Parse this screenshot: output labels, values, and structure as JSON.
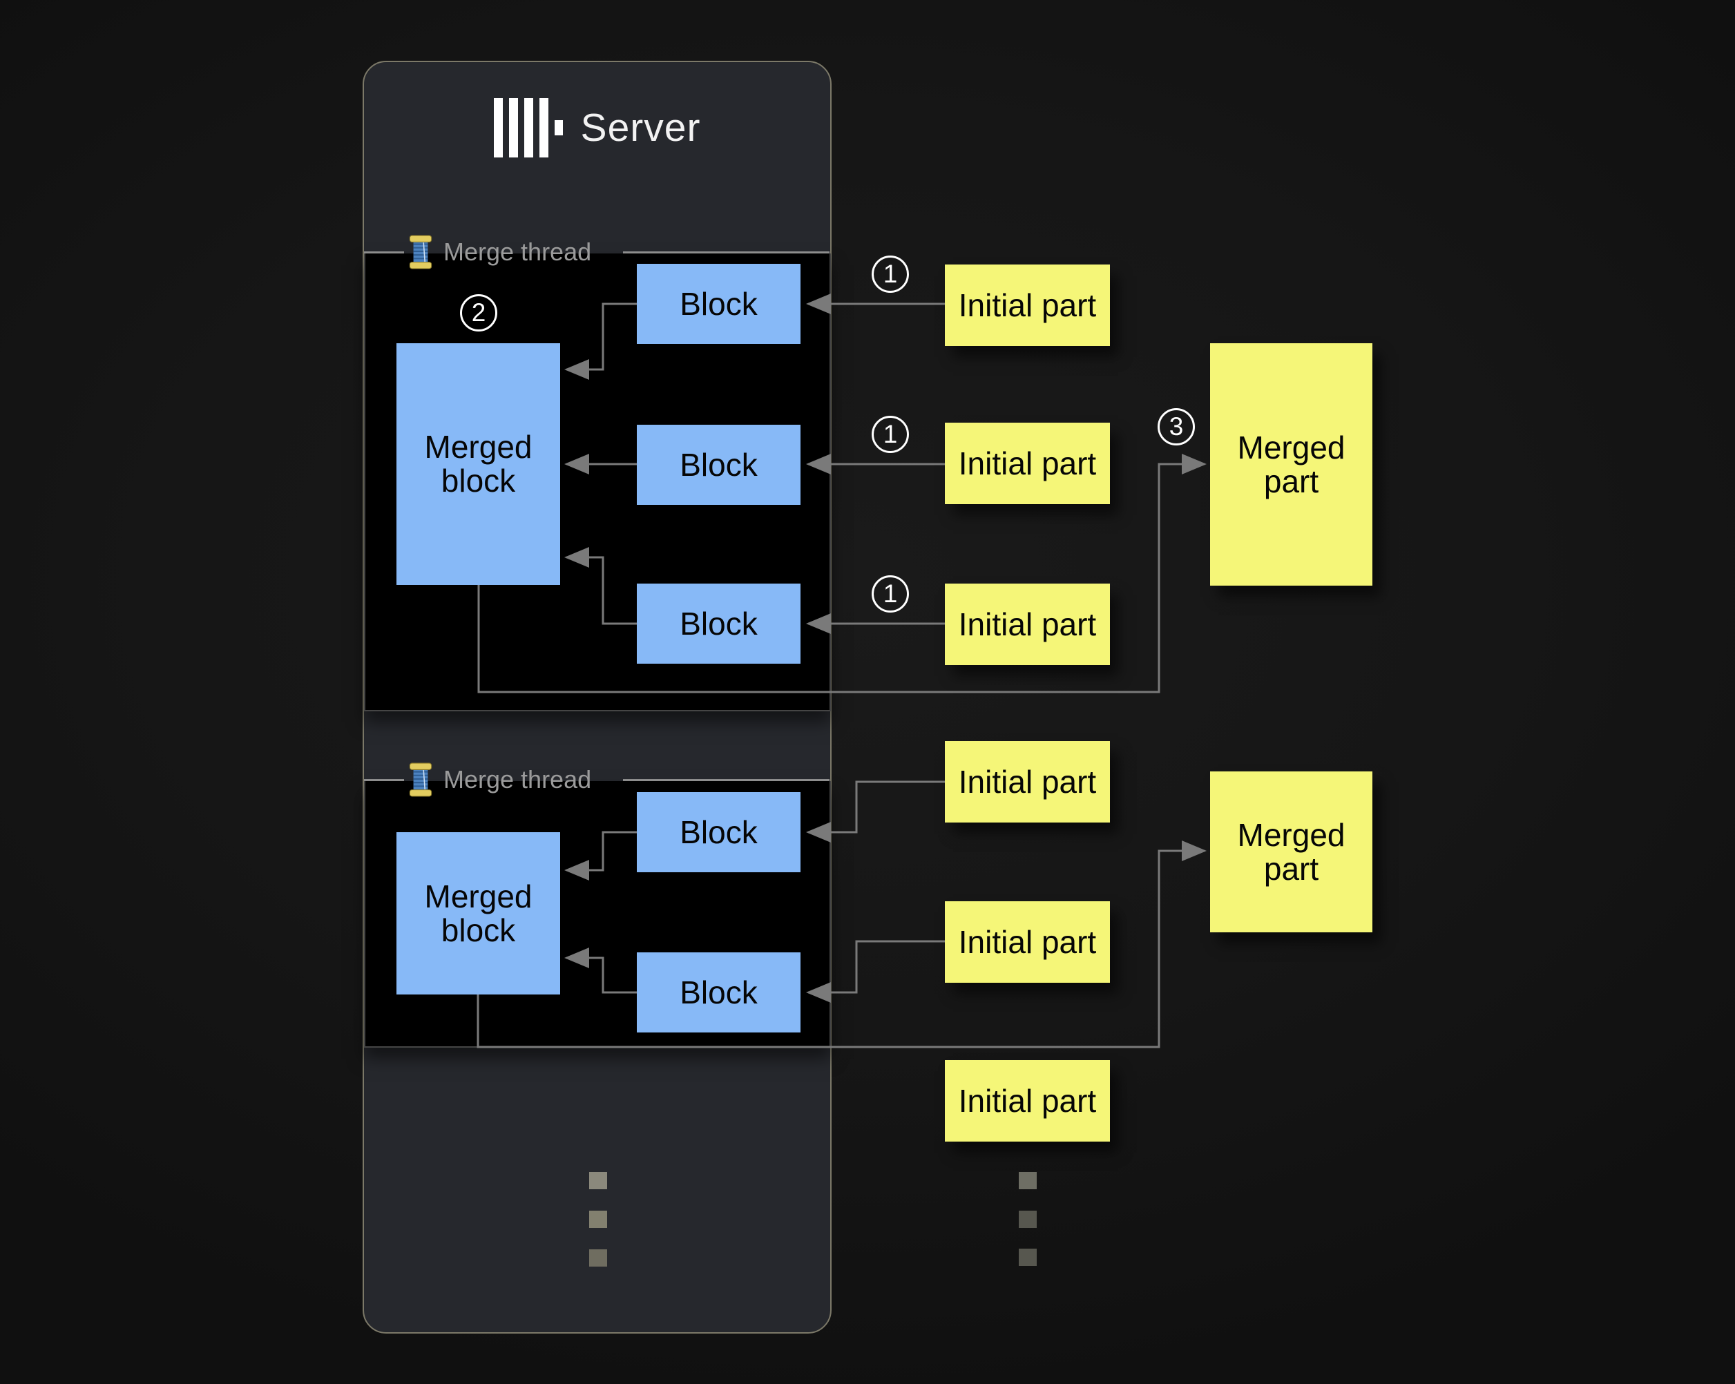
{
  "colors": {
    "background": "#161616",
    "panel": "#26282d",
    "panel_border": "#7c7968",
    "section_background": "#000000",
    "block_fill": "#87b9f7",
    "part_fill": "#f5f678",
    "connector": "#7a7a7a",
    "section_label": "#9b9b9b",
    "title_text": "#f2f2f2"
  },
  "server": {
    "title": "Server",
    "logo": "clickhouse-logo"
  },
  "sections": [
    {
      "label": "Merge thread",
      "icon": "thread-spool-icon",
      "badge": "2",
      "merged_block": "Merged block",
      "blocks": [
        "Block",
        "Block",
        "Block"
      ]
    },
    {
      "label": "Merge thread",
      "icon": "thread-spool-icon",
      "merged_block": "Merged block",
      "blocks": [
        "Block",
        "Block"
      ]
    }
  ],
  "flow1": {
    "initial_parts": [
      {
        "label": "Initial part",
        "badge": "1"
      },
      {
        "label": "Initial part",
        "badge": "1"
      },
      {
        "label": "Initial part",
        "badge": "1"
      }
    ],
    "merged_part": {
      "label": "Merged part",
      "badge": "3"
    }
  },
  "flow2": {
    "initial_parts": [
      {
        "label": "Initial part"
      },
      {
        "label": "Initial part"
      },
      {
        "label": "Initial part"
      }
    ],
    "merged_part": {
      "label": "Merged part"
    }
  }
}
